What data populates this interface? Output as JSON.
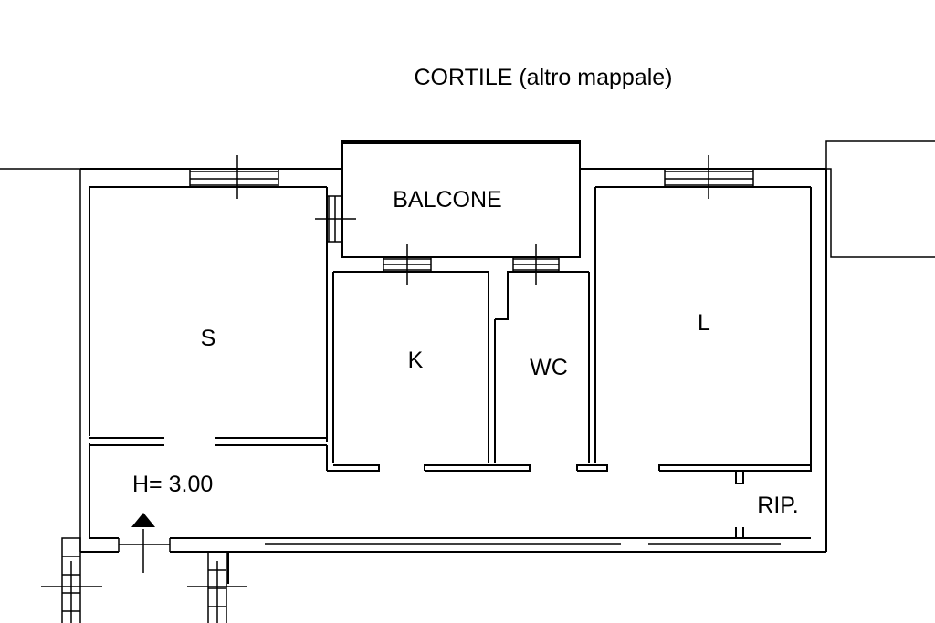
{
  "plan": {
    "exterior_label": "CORTILE (altro mappale)",
    "ceiling_height": "H= 3.00",
    "rooms": {
      "balcone": "BALCONE",
      "soggiorno": "S",
      "cucina": "K",
      "bagno": "WC",
      "letto": "L",
      "ripostiglio": "RIP."
    }
  }
}
